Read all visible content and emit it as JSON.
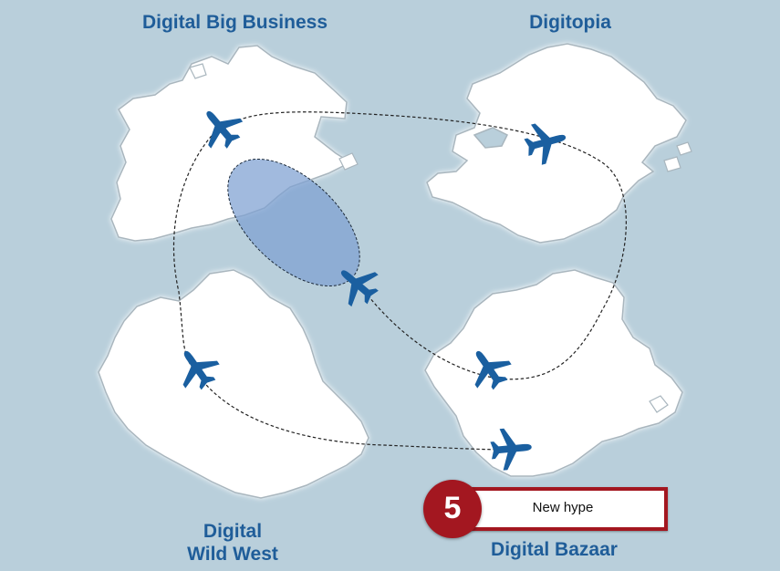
{
  "regions": {
    "big_business": "Digital Big Business",
    "digitopia": "Digitopia",
    "wild_west": "Digital\nWild West",
    "bazaar": "Digital Bazaar"
  },
  "callout": {
    "number": "5",
    "text": "New hype"
  },
  "colors": {
    "sea": "#b9cfdb",
    "land": "#ffffff",
    "label": "#1f5d99",
    "plane": "#1a5fa0",
    "highlight": "#7d9fd1",
    "callout": "#a31720"
  },
  "icons": [
    "airplane-icon"
  ]
}
